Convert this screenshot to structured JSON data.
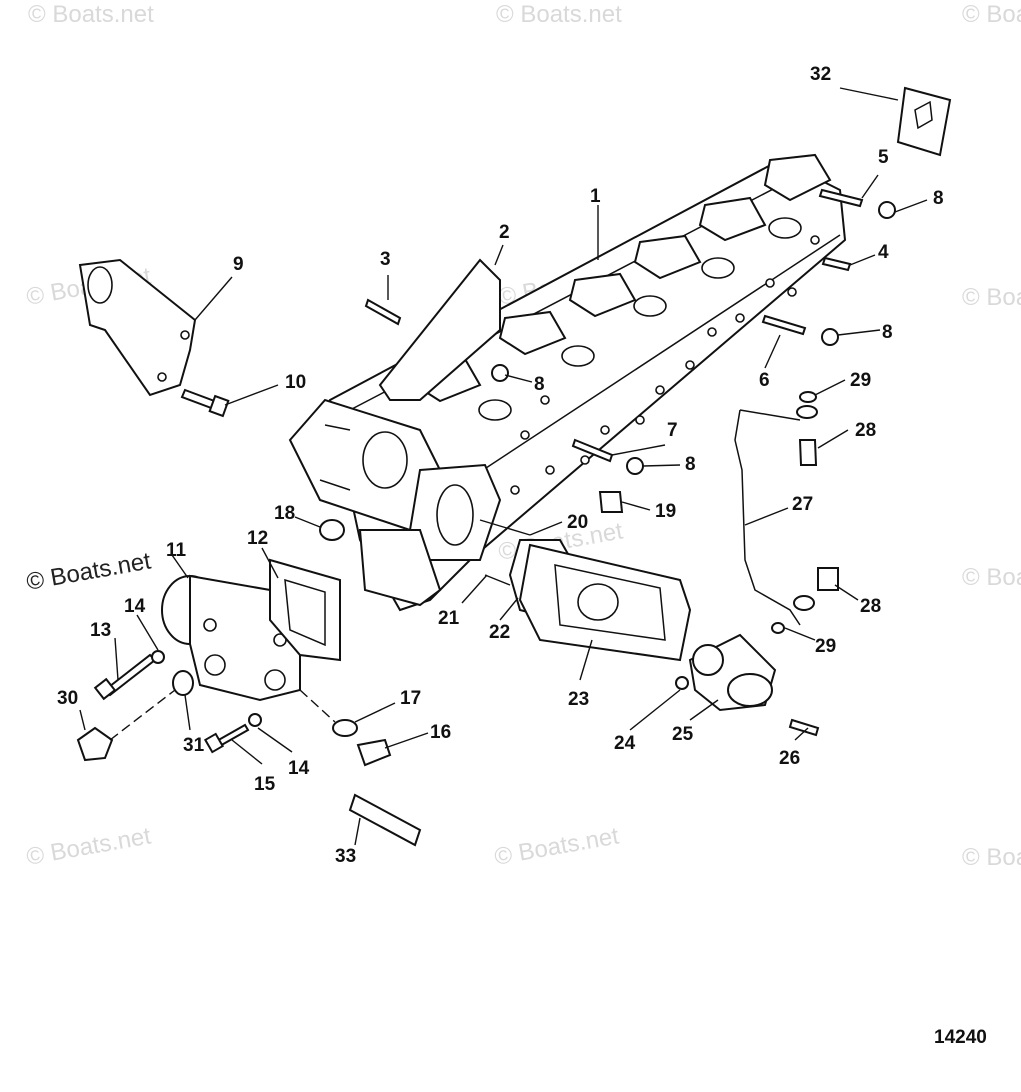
{
  "watermark": "© Boats.net",
  "figure_number": "14240",
  "callouts": [
    "1",
    "2",
    "3",
    "4",
    "5",
    "6",
    "7",
    "8",
    "9",
    "10",
    "11",
    "12",
    "13",
    "14",
    "15",
    "16",
    "17",
    "18",
    "19",
    "20",
    "21",
    "22",
    "23",
    "24",
    "25",
    "26",
    "27",
    "28",
    "29",
    "30",
    "31",
    "32",
    "33"
  ]
}
